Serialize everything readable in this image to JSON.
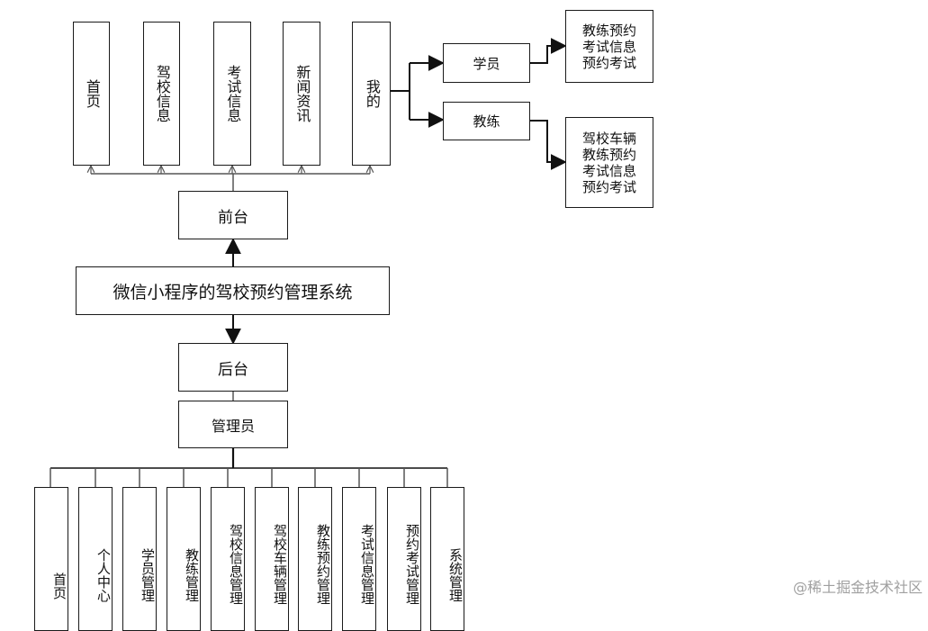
{
  "diagram": {
    "root": "微信小程序的驾校预约管理系统",
    "frontend": {
      "label": "前台",
      "modules": [
        "首页",
        "驾校信息",
        "考试信息",
        "新闻资讯",
        "我的"
      ],
      "roles": [
        {
          "name": "学员",
          "functions": [
            "教练预约",
            "考试信息",
            "预约考试"
          ]
        },
        {
          "name": "教练",
          "functions": [
            "驾校车辆",
            "教练预约",
            "考试信息",
            "预约考试"
          ]
        }
      ]
    },
    "backend": {
      "label": "后台",
      "role": "管理员",
      "modules": [
        "首页",
        "个人中心",
        "学员管理",
        "教练管理",
        "驾校信息管理",
        "驾校车辆管理",
        "教练预约管理",
        "考试信息管理",
        "预约考试管理",
        "系统管理"
      ]
    }
  },
  "watermark": "@稀土掘金技术社区"
}
